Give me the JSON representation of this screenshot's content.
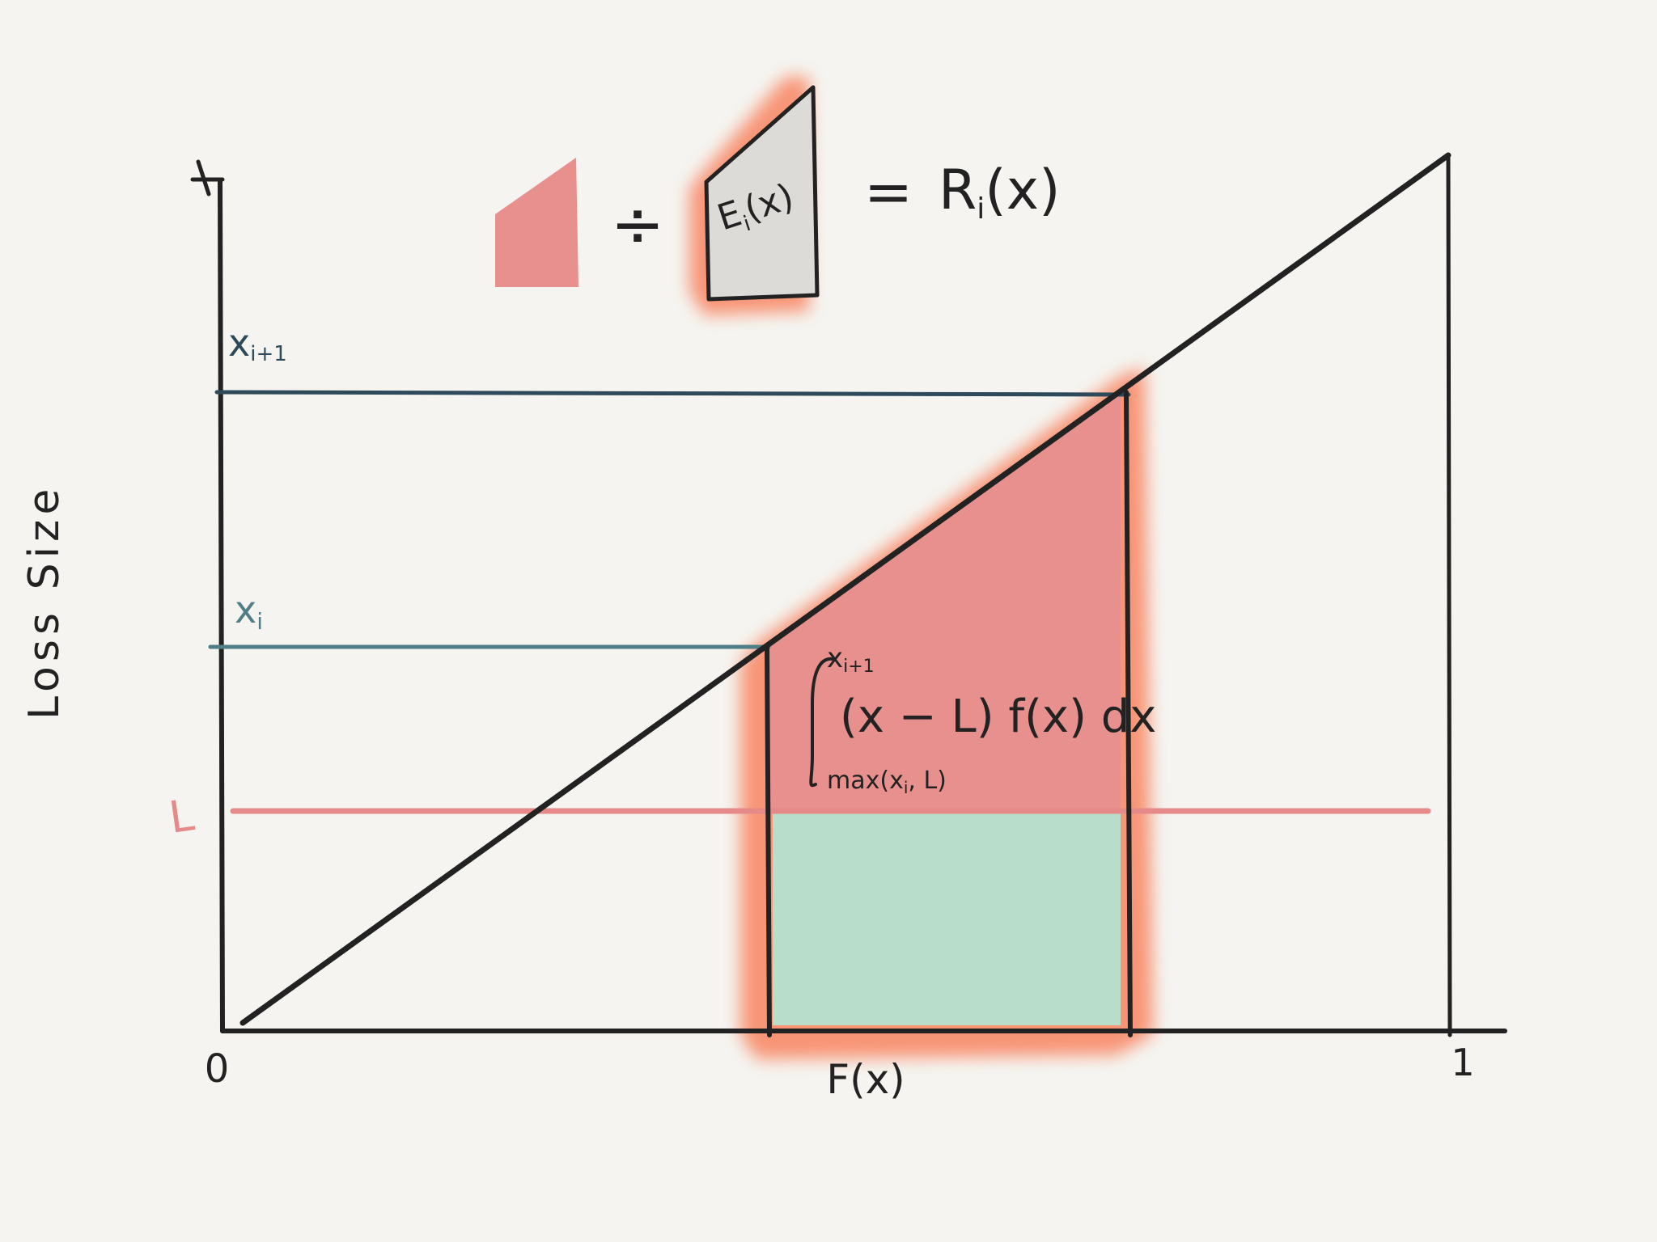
{
  "diagram": {
    "y_axis_label": "Loss Size",
    "y_axis_arrow": "x",
    "x_axis_label": "F(x)",
    "origin_label": "0",
    "x_end_label": "1",
    "levels": {
      "x_next": "x",
      "x_next_sub": "i+1",
      "x_i": "x",
      "x_i_sub": "i",
      "L": "L"
    },
    "integral": {
      "upper": "x",
      "upper_sub": "i+1",
      "lower": "max(x",
      "lower_sub": "i",
      "lower_end": ", L)",
      "integrand": "(x − L) f(x) dx"
    },
    "equation": {
      "divide": "÷",
      "denominator_label": "E",
      "denominator_sub": "i",
      "denominator_arg": "(x)",
      "equals": "=",
      "result": "R",
      "result_sub": "i",
      "result_arg": "(x)"
    },
    "colors": {
      "background": "#f5f4f0",
      "ink": "#222222",
      "salmon_glow": "#f8906f",
      "pink_fill": "#e8908e",
      "green_fill": "#b8ddcb",
      "grey_fill": "#dddbd8",
      "x_next_line": "#2e4a5a",
      "x_i_line": "#4f7e86",
      "L_line": "#e58a89"
    }
  }
}
